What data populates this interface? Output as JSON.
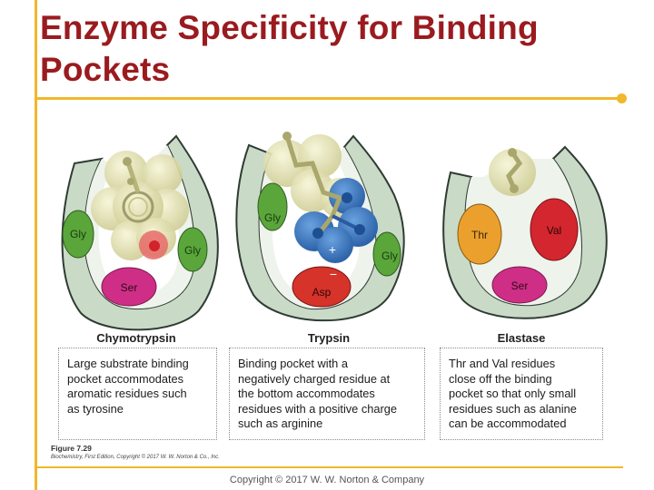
{
  "title": "Enzyme Specificity for Binding Pockets",
  "copyright": "Copyright © 2017 W. W. Norton & Company",
  "figure": {
    "number": "Figure 7.29",
    "credit": "Biochemistry, First Edition, Copyright © 2017 W. W. Norton & Co., Inc.",
    "panels": [
      {
        "name": "Chymotrypsin",
        "residues": [
          "Gly",
          "Gly",
          "Ser"
        ],
        "description": [
          "Large substrate binding",
          "pocket accommodates",
          "aromatic residues such",
          "as tyrosine"
        ]
      },
      {
        "name": "Trypsin",
        "residues": [
          "Gly",
          "Gly",
          "Asp"
        ],
        "charges": [
          "+",
          "−"
        ],
        "description": [
          "Binding pocket with a",
          "negatively charged residue at",
          "the bottom accommodates",
          "residues with a positive charge",
          "such as arginine"
        ]
      },
      {
        "name": "Elastase",
        "residues": [
          "Thr",
          "Val",
          "Ser"
        ],
        "description": [
          "Thr and Val residues",
          "close off the binding",
          "pocket so that only small",
          "residues such as alanine",
          "can be accommodated"
        ]
      }
    ]
  },
  "colors": {
    "title": "#9a1b1f",
    "accent_rule": "#f0b82a",
    "gly": "#5aa63a",
    "ser": "#cf2e86",
    "asp": "#d6332b",
    "thr": "#eba02d",
    "val": "#d3262f",
    "pocket": "#c9dbc7",
    "substrate": "#e6e4b0",
    "positive_group": "#3a78c2"
  }
}
